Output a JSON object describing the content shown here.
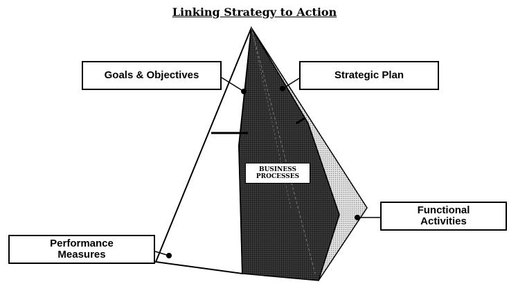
{
  "title": "Linking Strategy to Action",
  "labels": {
    "goals": "Goals & Objectives",
    "strategic": "Strategic Plan",
    "functional_line1": "Functional",
    "functional_line2": "Activities",
    "performance_line1": "Performance",
    "performance_line2": "Measures",
    "business_line1": "BUSINESS",
    "business_line2": "PROCESSES"
  },
  "colors": {
    "dark_face": "#2a2a2a",
    "light_face": "#cfcfcf",
    "outline": "#000000"
  }
}
